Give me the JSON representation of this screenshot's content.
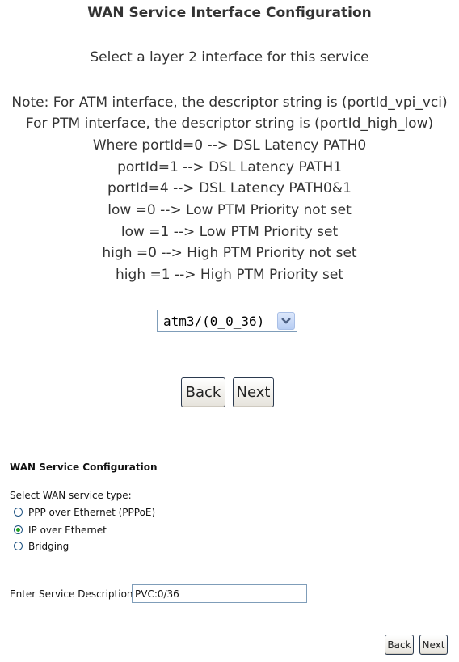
{
  "title": "WAN Service Interface Configuration",
  "subtitle": "Select a layer 2 interface for this service",
  "note_lines": [
    "Note: For ATM interface, the descriptor string is (portId_vpi_vci)",
    "For PTM interface, the descriptor string is (portId_high_low)",
    "Where portId=0 --> DSL Latency PATH0",
    "portId=1 --> DSL Latency PATH1",
    "portId=4 --> DSL Latency PATH0&1",
    "low =0 --> Low PTM Priority not set",
    "low =1 --> Low PTM Priority set",
    "high =0 --> High PTM Priority not set",
    "high =1 --> High PTM Priority set"
  ],
  "interface_select": {
    "value": "atm3/(0_0_36)",
    "icon": "chevron-down-icon"
  },
  "top_buttons": {
    "back": "Back",
    "next": "Next"
  },
  "service": {
    "heading": "WAN Service Configuration",
    "type_label": "Select WAN service type:",
    "options": [
      {
        "label": "PPP over Ethernet (PPPoE)",
        "checked": false
      },
      {
        "label": "IP over Ethernet",
        "checked": true
      },
      {
        "label": "Bridging",
        "checked": false
      }
    ],
    "description_label": "Enter Service Description:",
    "description_value": "PVC:0/36"
  },
  "bottom_buttons": {
    "back": "Back",
    "next": "Next"
  },
  "colors": {
    "radio_checked": "#21a121",
    "input_border": "#7f9db9"
  }
}
